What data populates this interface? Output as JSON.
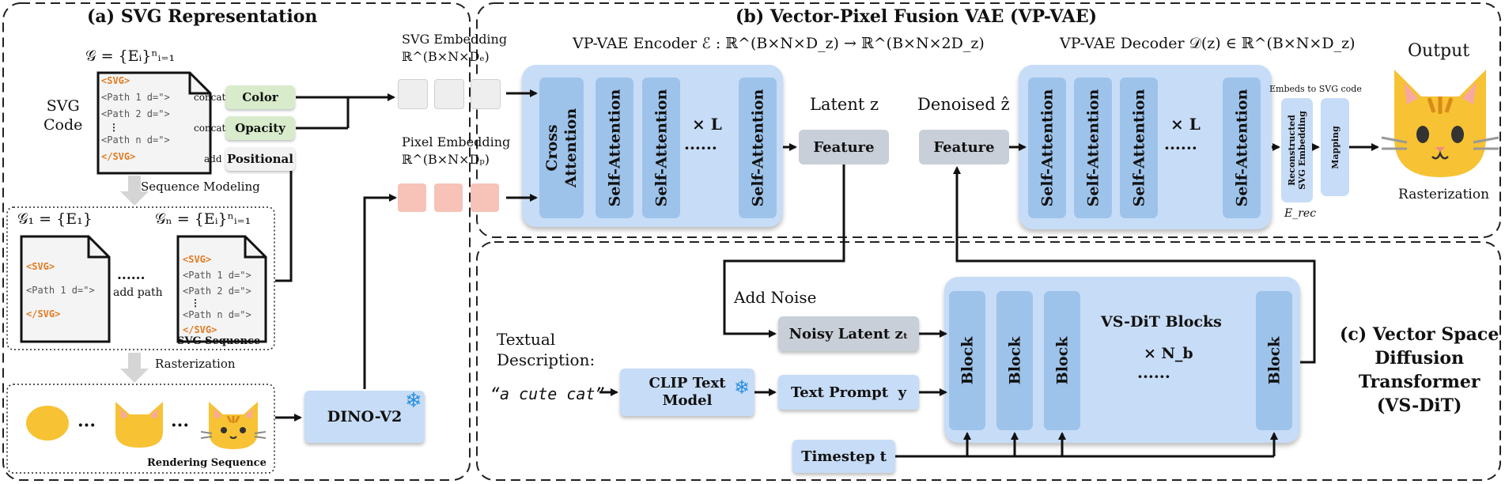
{
  "section_a": {
    "title": "(a) SVG Representation",
    "set_formula": "𝒢 = {Eᵢ}ⁿᵢ₌₁",
    "svg_code_label_1": "SVG",
    "svg_code_label_2": "Code",
    "code_lines": {
      "open": "<SVG>",
      "path1": "<Path 1 d=\">",
      "path2": "<Path 2 d=\">",
      "dots": "⋮",
      "pathn": "<Path n d=\">",
      "close": "</SVG>"
    },
    "sequence_modeling": "Sequence Modeling",
    "g1_formula": "𝒢₁ = {E₁}",
    "gn_formula": "𝒢ₙ = {Eᵢ}ⁿᵢ₌₁",
    "ellipsis": "......",
    "add_path": "add path",
    "svg_sequence": "SVG Sequence",
    "rasterization": "Rasterization",
    "rendering_sequence": "Rendering Sequence",
    "dots_between": "···",
    "attr_ops": {
      "concat1": "concat",
      "concat2": "concat",
      "add": "add"
    },
    "attrs": {
      "color": "Color",
      "opacity": "Opacity",
      "positional": "Positional"
    },
    "dino": "DINO-V2"
  },
  "section_b": {
    "title": "(b) Vector-Pixel Fusion VAE (VP-VAE)",
    "svg_embedding_label": "SVG Embedding",
    "svg_embedding_dim": "ℝ^(B×N×Dₑ)",
    "pixel_embedding_label": "Pixel Embedding",
    "pixel_embedding_dim": "ℝ^(B×N×Dₚ)",
    "encoder_title": "VP-VAE Encoder ℰ : ℝ^(B×N×D_z) → ℝ^(B×N×2D_z)",
    "decoder_title": "VP-VAE Decoder 𝒟(z) ∈ ℝ^(B×N×D_z)",
    "cross_attention_1": "Cross",
    "cross_attention_2": "Attention",
    "self_attention": "Self-Attention",
    "times_L": "× L",
    "dots": "······",
    "latent": "Latent z",
    "denoised": "Denoised ẑ",
    "feature": "Feature",
    "embeds_to_svg": "Embeds to SVG code",
    "reconstructed_1": "Reconstructed",
    "reconstructed_2": "SVG Embedding",
    "mapping": "Mapping",
    "e_rec": "E_rec",
    "output": "Output",
    "rasterization": "Rasterization"
  },
  "section_c": {
    "title_lines": [
      "(c) Vector Space",
      "Diffusion",
      "Transformer",
      "(VS-DiT)"
    ],
    "add_noise": "Add Noise",
    "noisy_latent": "Noisy Latent zₜ",
    "textual_1": "Textual",
    "textual_2": "Description:",
    "prompt_text": "“a cute cat”",
    "clip_1": "CLIP Text",
    "clip_2": "Model",
    "text_prompt": "Text Prompt  y",
    "timestep": "Timestep t",
    "block": "Block",
    "blocks_title": "VS-DiT Blocks",
    "times_nb": "× N_b",
    "dots": "······"
  },
  "colors": {
    "blue_panel": "#c7dcf6",
    "blue_block": "#9ec3ea",
    "grey_feature": "#c9cfd9",
    "svg_cell": "#eeeeee",
    "pixel_cell": "#f7c2b8",
    "color_attr": "#d8eccb",
    "opacity_attr": "#d8eccb",
    "cat_yellow": "#f7c234",
    "svg_tag": "#e07b22"
  }
}
